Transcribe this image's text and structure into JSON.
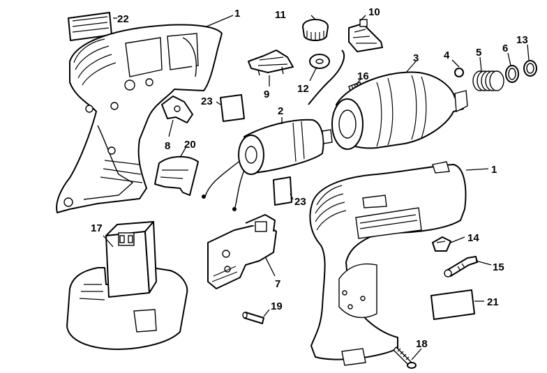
{
  "callouts": {
    "c1a": "1",
    "c1b": "1",
    "c2": "2",
    "c3": "3",
    "c4": "4",
    "c5": "5",
    "c6": "6",
    "c7": "7",
    "c8": "8",
    "c9": "9",
    "c10": "10",
    "c11": "11",
    "c12": "12",
    "c13": "13",
    "c14": "14",
    "c15": "15",
    "c16": "16",
    "c17": "17",
    "c18": "18",
    "c19": "19",
    "c20": "20",
    "c21": "21",
    "c22": "22",
    "c23a": "23",
    "c23b": "23"
  }
}
